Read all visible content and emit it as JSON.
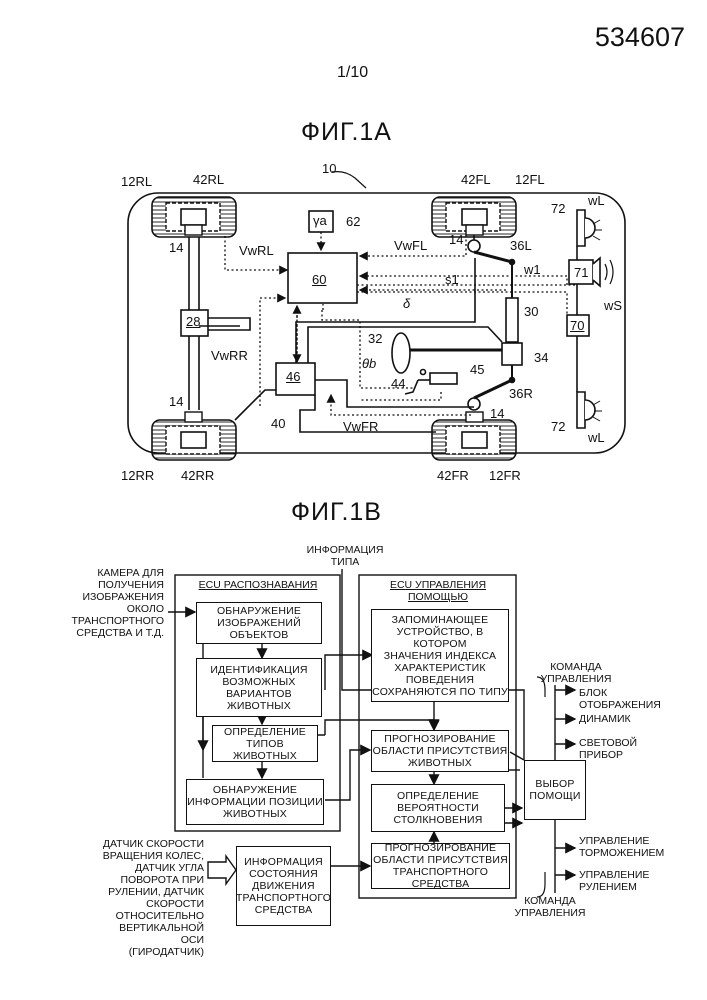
{
  "header": {
    "patent_number": "534607",
    "page": "1/10",
    "fig_a_title": "ФИГ.1А",
    "fig_b_title": "ФИГ.1В"
  },
  "fig_a": {
    "labels": {
      "n10": "10",
      "n12RL": "12RL",
      "n42RL": "42RL",
      "n42FL": "42FL",
      "n12FL": "12FL",
      "n72_top": "72",
      "wL_top": "wL",
      "ya": "γa",
      "n62": "62",
      "n14_rl": "14",
      "n14_fl": "14",
      "n14_rr": "14",
      "n14_fr": "14",
      "VwRL": "VwRL",
      "VwFL": "VwFL",
      "n36L": "36L",
      "w1": "w1",
      "n71": "71",
      "n60": "60",
      "s1": "s1",
      "delta": "δ",
      "n28": "28",
      "n30": "30",
      "n70": "70",
      "wS": "wS",
      "n32": "32",
      "n34": "34",
      "VwRR": "VwRR",
      "theta_b": "θb",
      "n45": "45",
      "n46": "46",
      "n44": "44",
      "n36R": "36R",
      "n40": "40",
      "VwFR": "VwFR",
      "n72_bot": "72",
      "wL_bot": "wL",
      "n12RR": "12RR",
      "n42RR": "42RR",
      "n42FR": "42FR",
      "n12FR": "12FR"
    }
  },
  "fig_b": {
    "camera_input": "КАМЕРА ДЛЯ\nПОЛУЧЕНИЯ\nИЗОБРАЖЕНИЯ\nОКОЛО\nТРАНСПОРТНОГО\nСРЕДСТВА И Т.Д.",
    "type_info": "ИНФОРМАЦИЯ\nТИПА",
    "ecu_recognition": "ECU РАСПОЗНАВАНИЯ",
    "ecu_assist": "ECU УПРАВЛЕНИЯ\nПОМОЩЬЮ",
    "obj_detection": "ОБНАРУЖЕНИЕ\nИЗОБРАЖЕНИЙ\nОБЪЕКТОВ",
    "animal_identification": "ИДЕНТИФИКАЦИЯ\nВОЗМОЖНЫХ\nВАРИАНТОВ\nЖИВОТНЫХ",
    "type_determination": "ОПРЕДЕЛЕНИЕ\nТИПОВ ЖИВОТНЫХ",
    "position_detection": "ОБНАРУЖЕНИЕ\nИНФОРМАЦИИ ПОЗИЦИИ\nЖИВОТНЫХ",
    "storage_device": "ЗАПОМИНАЮЩЕЕ\nУСТРОЙСТВО, В КОТОРОМ\nЗНАЧЕНИЯ ИНДЕКСА\nХАРАКТЕРИСТИК\nПОВЕДЕНИЯ\nСОХРАНЯЮТСЯ ПО ТИПУ",
    "animal_area_prediction": "ПРОГНОЗИРОВАНИЕ\nОБЛАСТИ ПРИСУТСТВИЯ\nЖИВОТНЫХ",
    "collision_probability": "ОПРЕДЕЛЕНИЕ\nВЕРОЯТНОСТИ\nСТОЛКНОВЕНИЯ",
    "vehicle_area_prediction": "ПРОГНОЗИРОВАНИЕ\nОБЛАСТИ ПРИСУТСТВИЯ\nТРАНСПОРТНОГО СРЕДСТВА",
    "assist_selection": "ВЫБОР\nПОМОЩИ",
    "sensors_input": "ДАТЧИК СКОРОСТИ\nВРАЩЕНИЯ КОЛЕС,\nДАТЧИК УГЛА\nПОВОРОТА ПРИ\nРУЛЕНИИ, ДАТЧИК\nСКОРОСТИ\nОТНОСИТЕЛЬНО\nВЕРТИКАЛЬНОЙ ОСИ\n(ГИРОДАТЧИК)",
    "vehicle_state_info": "ИНФОРМАЦИЯ\nСОСТОЯНИЯ\nДВИЖЕНИЯ\nТРАНСПОРТНОГО\nСРЕДСТВА",
    "control_command_top": "КОМАНДА\nУПРАВЛЕНИЯ",
    "display_unit": "БЛОК\nОТОБРАЖЕНИЯ",
    "speaker": "ДИНАМИК",
    "light_device": "СВЕТОВОЙ\nПРИБОР",
    "brake_control": "УПРАВЛЕНИЕ\nТОРМОЖЕНИЕМ",
    "steering_control": "УПРАВЛЕНИЕ\nРУЛЕНИЕМ",
    "control_command_bottom": "КОМАНДА\nУПРАВЛЕНИЯ"
  }
}
